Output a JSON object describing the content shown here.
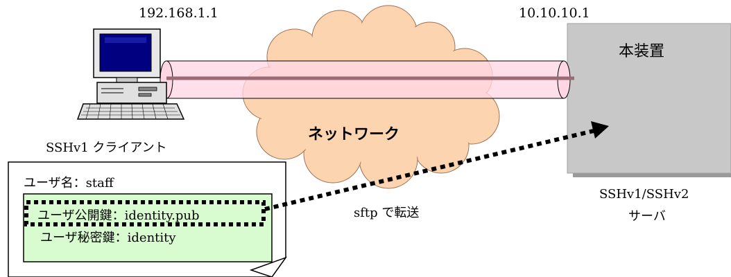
{
  "client": {
    "ip": "192.168.1.1",
    "caption": "SSHv1 クライアント"
  },
  "server": {
    "ip": "10.10.10.1",
    "title": "本装置",
    "caption_line1": "SSHv1/SSHv2",
    "caption_line2": "サーバ"
  },
  "network": {
    "label": "ネットワーク"
  },
  "transfer": {
    "label": "sftp で転送"
  },
  "note": {
    "username": "ユーザ名：staff",
    "public_key": "ユーザ公開鍵：identity.pub",
    "private_key": "ユーザ秘密鍵：identity"
  },
  "colors": {
    "cloud": "#fcd4b0",
    "tunnel": "#ffd6e4",
    "tunnel_line": "#9a6a75",
    "server_box": "#c8c8c8",
    "key_box": "#d9fbd0",
    "arrow": "#000000"
  }
}
